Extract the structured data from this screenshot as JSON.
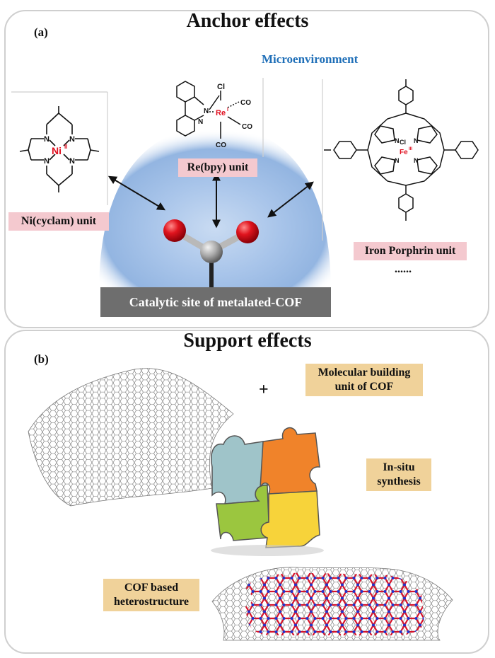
{
  "panel_a": {
    "title": "Anchor effects",
    "tag": "(a)",
    "microenvironment": "Microenvironment",
    "units": {
      "ni": "Ni(cyclam) unit",
      "re": "Re(bpy) unit",
      "fe": "Iron Porphrin unit",
      "more": "......"
    },
    "catalytic_site": "Catalytic site of metalated-COF",
    "molecule_labels": {
      "ni_metal": "Ni",
      "ni_ox": "II",
      "re_metal": "Re",
      "re_ox": "I",
      "fe_metal": "Fe",
      "fe_ox": "III",
      "cl": "Cl",
      "co": "CO",
      "n": "N"
    }
  },
  "panel_b": {
    "title": "Support effects",
    "tag": "(b)",
    "plus": "+",
    "labels": {
      "molecular_line1": "Molecular building",
      "molecular_line2": "unit of COF",
      "insitu_line1": "In-situ",
      "insitu_line2": "synthesis",
      "cof_line1": "COF based",
      "cof_line2": "heterostructure"
    }
  },
  "colors": {
    "accent_blue": "#1f6fb8",
    "pink_label": "#f4c9cf",
    "tan_label": "#f0d29a",
    "site_bar": "#6e6e6e",
    "glow": "#8fb3e0",
    "oxygen": "#e0141e",
    "carbon": "#a8a8a8"
  }
}
